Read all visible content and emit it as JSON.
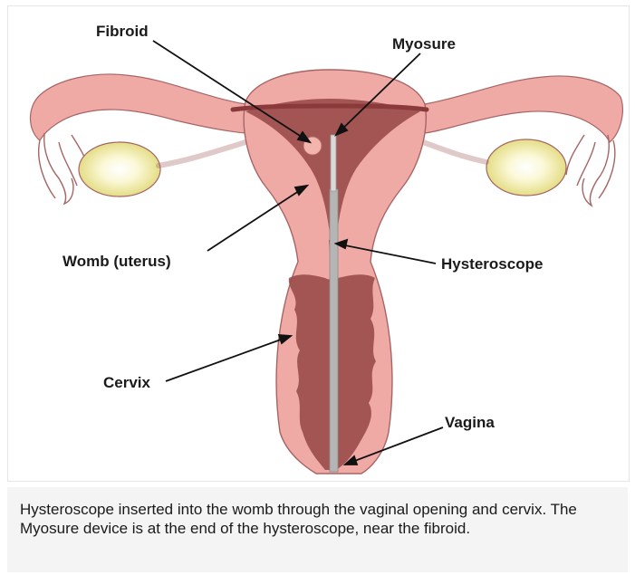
{
  "labels": {
    "fibroid": "Fibroid",
    "myosure": "Myosure",
    "womb": "Womb (uterus)",
    "hysteroscope": "Hysteroscope",
    "cervix": "Cervix",
    "vagina": "Vagina"
  },
  "caption": "Hysteroscope inserted into the womb through the vaginal opening and cervix. The Myosure device is at the end of the hysteroscope, near the fibroid.",
  "colors": {
    "tissue": "#f0aaa6",
    "tissue_outline": "#a56565",
    "cavity": "#9b4e4c",
    "ovary": "#f6f3c4",
    "scope": "#b5b5b5",
    "caption_bg": "#f4f4f4"
  }
}
